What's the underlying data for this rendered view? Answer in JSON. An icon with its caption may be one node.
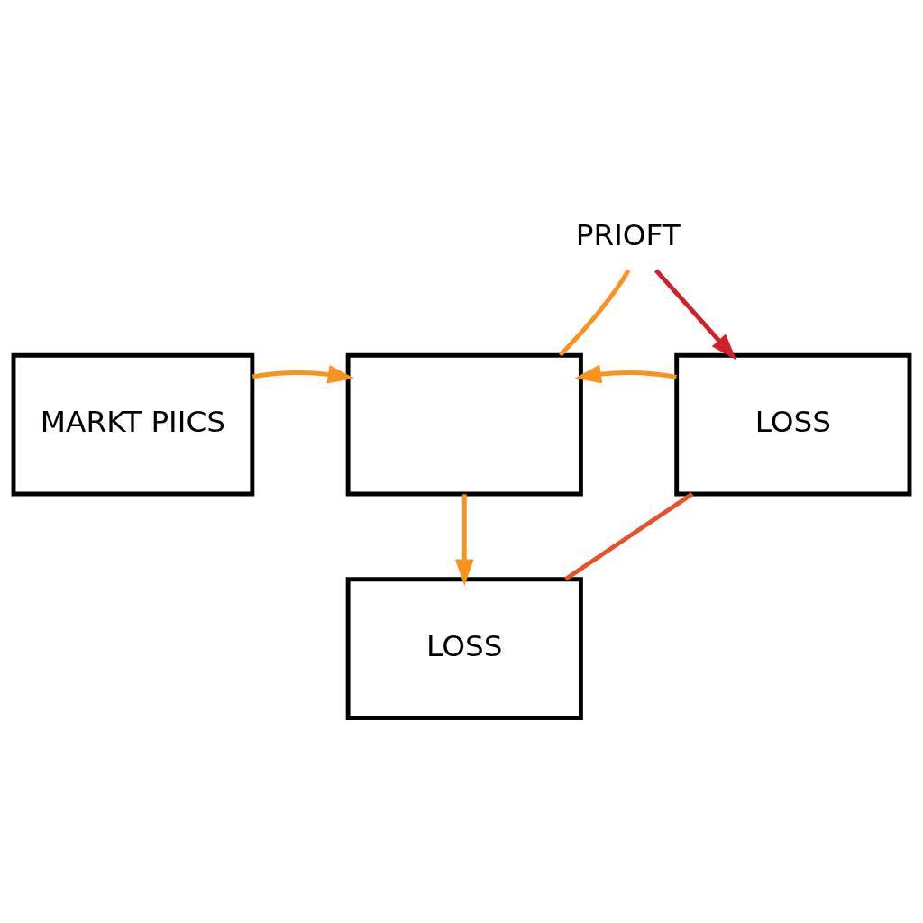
{
  "diagram": {
    "nodes": [
      {
        "text": [
          "MARKT PIICS"
        ]
      },
      {
        "text": [],
        "shape": "box"
      },
      {
        "text": [
          "LOSS"
        ]
      },
      {
        "text": [
          "LOSS"
        ]
      },
      {
        "text": [
          "PRIOFT"
        ]
      }
    ],
    "edges": [
      {
        "from": 0,
        "to": 1,
        "arrow": "to"
      },
      {
        "from": 2,
        "to": 1,
        "arrow": "to"
      },
      {
        "from": 1,
        "to": 3,
        "arrow": "to"
      },
      {
        "from": 1,
        "to": 4,
        "arrow": "none"
      },
      {
        "from": 4,
        "to": 2,
        "arrow": "to",
        "color": "#d0202a"
      },
      {
        "from": 3,
        "to": 2,
        "arrow": "none",
        "color": "#e8502a"
      }
    ]
  }
}
